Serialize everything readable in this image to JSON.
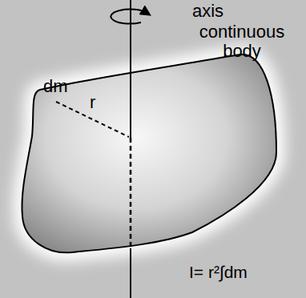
{
  "diagram": {
    "nodes": [
      {
        "text": [
          "dm",
          "r"
        ]
      }
    ],
    "labels": [
      "axis",
      "continuous body",
      "I= r²∫dm"
    ]
  }
}
